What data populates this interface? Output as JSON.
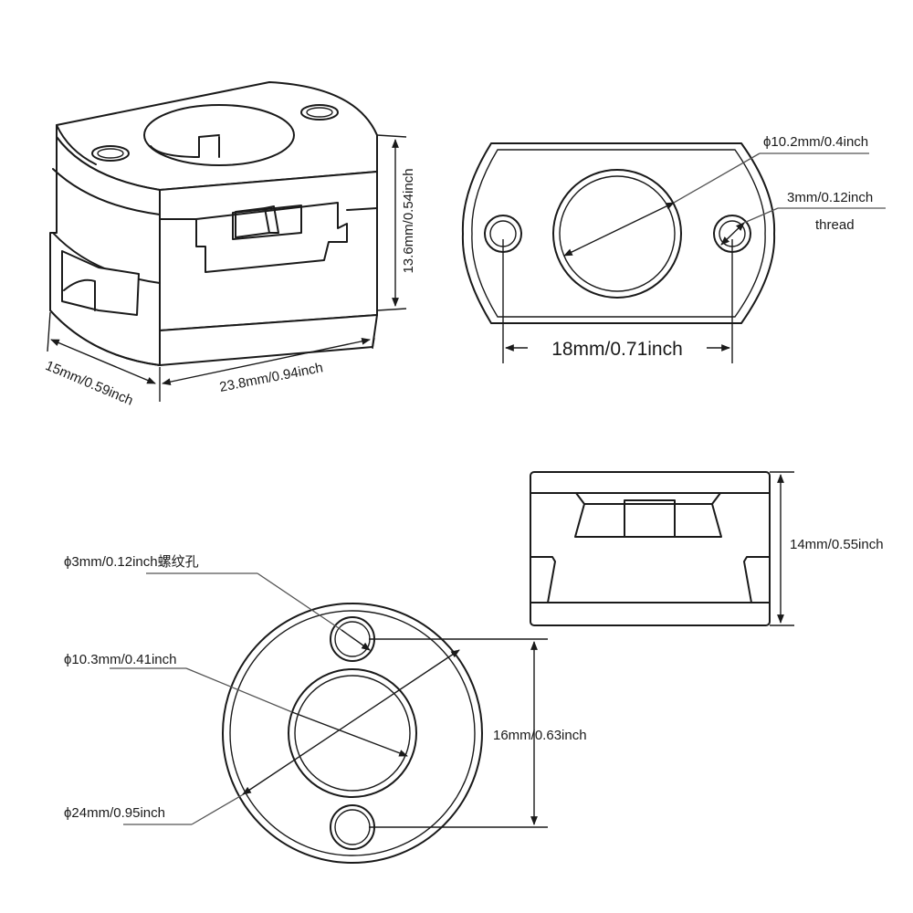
{
  "iso_view": {
    "depth_label": "15mm/0.59inch",
    "width_label": "23.8mm/0.94inch",
    "height_label": "13.6mm/0.54inch"
  },
  "top_view": {
    "bore_label": "ϕ10.2mm/0.4inch",
    "thread_label": "3mm/0.12inch",
    "thread_label_2": "thread",
    "spacing_label": "18mm/0.71inch"
  },
  "side_view": {
    "height_label": "14mm/0.55inch"
  },
  "round_view": {
    "screw_hole_label": "ϕ3mm/0.12inch螺纹孔",
    "bore_label": "ϕ10.3mm/0.41inch",
    "outer_label": "ϕ24mm/0.95inch",
    "spacing_label": "16mm/0.63inch"
  }
}
